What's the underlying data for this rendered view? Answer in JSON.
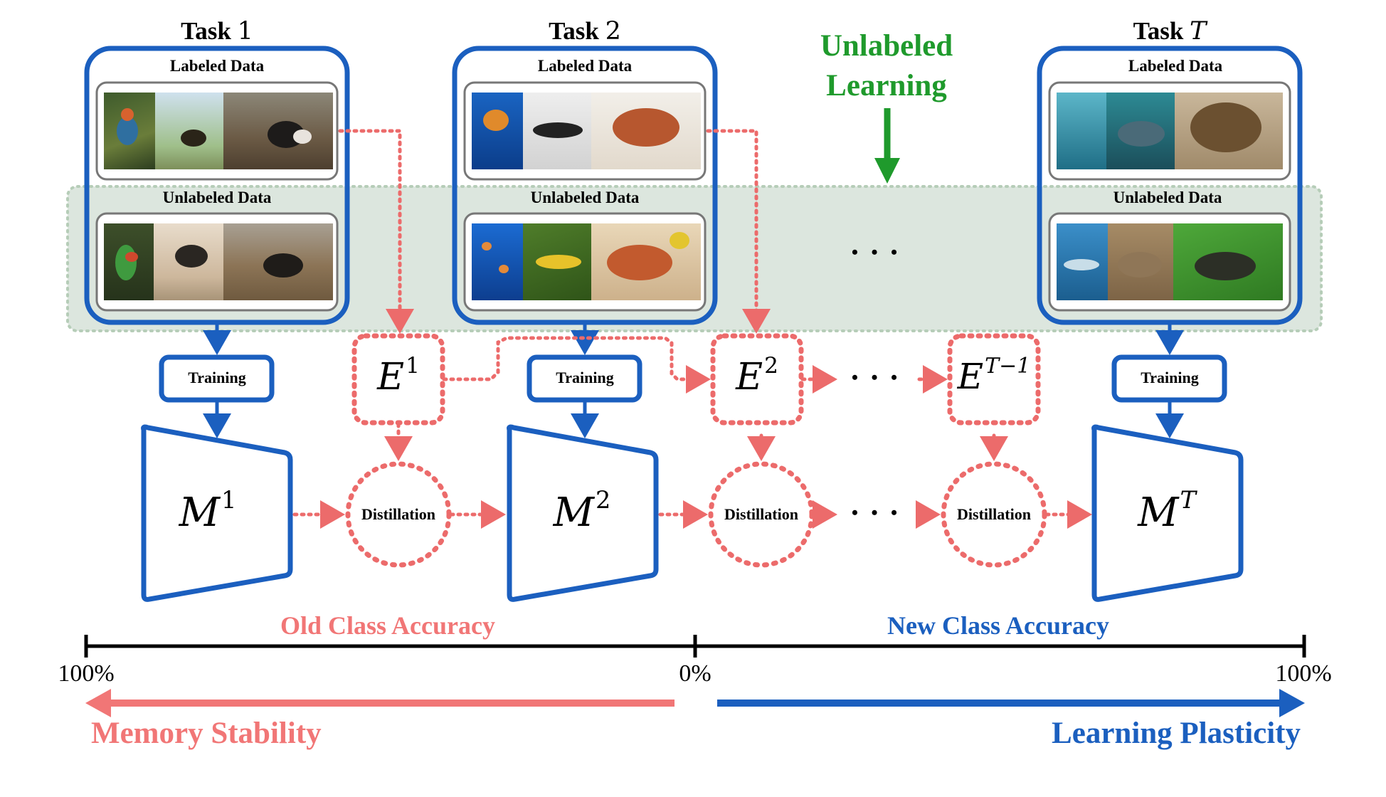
{
  "tasks": [
    {
      "title_prefix": "Task ",
      "title_index": "1",
      "labeled": "Labeled Data",
      "unlabeled": "Unlabeled Data"
    },
    {
      "title_prefix": "Task ",
      "title_index": "2",
      "labeled": "Labeled Data",
      "unlabeled": "Unlabeled Data"
    },
    {
      "title_prefix": "Task ",
      "title_index": "T",
      "labeled": "Labeled Data",
      "unlabeled": "Unlabeled Data"
    }
  ],
  "unlabeled_learning": {
    "line1": "Unlabeled",
    "line2": "Learning"
  },
  "training_label": "Training",
  "distillation_label": "Distillation",
  "ellipsis": "• • •",
  "exemplars": [
    {
      "base": "E",
      "sup": "1"
    },
    {
      "base": "E",
      "sup": "2"
    },
    {
      "base": "E",
      "sup": "T−1"
    }
  ],
  "models": [
    {
      "base": "M",
      "sup": "1"
    },
    {
      "base": "M",
      "sup": "2"
    },
    {
      "base": "M",
      "sup": "T"
    }
  ],
  "axis": {
    "old_class_accuracy": "Old Class Accuracy",
    "new_class_accuracy": "New Class Accuracy",
    "tick_left": "100%",
    "tick_mid": "0%",
    "tick_right": "100%"
  },
  "memory_stability": "Memory Stability",
  "learning_plasticity": "Learning Plasticity",
  "colors": {
    "blue": "#1b5fbf",
    "red_dotted": "#ec6b6b",
    "salmon": "#f17676",
    "green": "#1f9a2c",
    "band_fill": "#dce6de",
    "band_border": "#b6cdb8",
    "inner_box": "#777777"
  },
  "icons": [
    "training-arrow",
    "dotted-arrow",
    "model-trapezoid",
    "distillation-circle",
    "exemplar-box"
  ]
}
